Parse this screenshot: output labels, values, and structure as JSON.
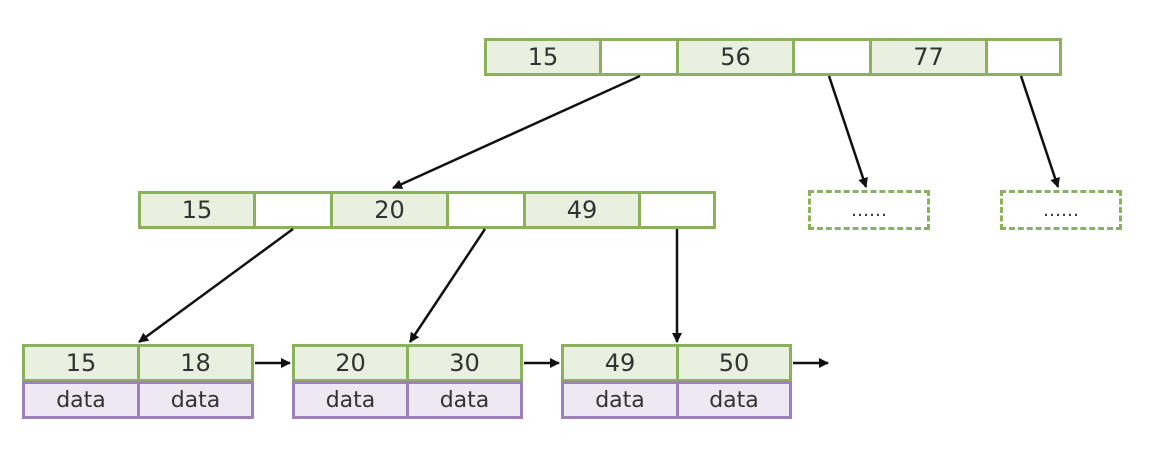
{
  "root": {
    "keys": [
      "15",
      "56",
      "77"
    ]
  },
  "internal": {
    "keys": [
      "15",
      "20",
      "49"
    ]
  },
  "placeholders": [
    "……",
    "……"
  ],
  "leaves": [
    {
      "keys": [
        "15",
        "18"
      ],
      "data": [
        "data",
        "data"
      ]
    },
    {
      "keys": [
        "20",
        "30"
      ],
      "data": [
        "data",
        "data"
      ]
    },
    {
      "keys": [
        "49",
        "50"
      ],
      "data": [
        "data",
        "data"
      ]
    }
  ]
}
